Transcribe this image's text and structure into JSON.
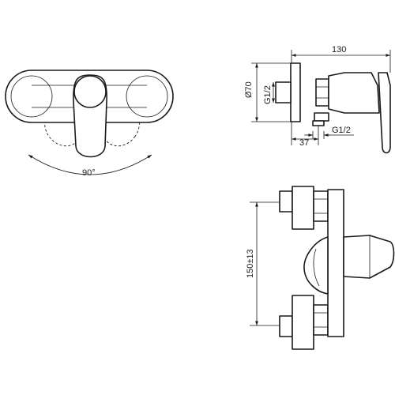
{
  "dimensions": {
    "rotation_angle": "90°",
    "overall_length": "130",
    "body_diameter": "Ø70",
    "inlet_thread": "G1/2",
    "outlet_thread": "G1/2",
    "outlet_offset": "37",
    "center_distance": "150±13"
  }
}
